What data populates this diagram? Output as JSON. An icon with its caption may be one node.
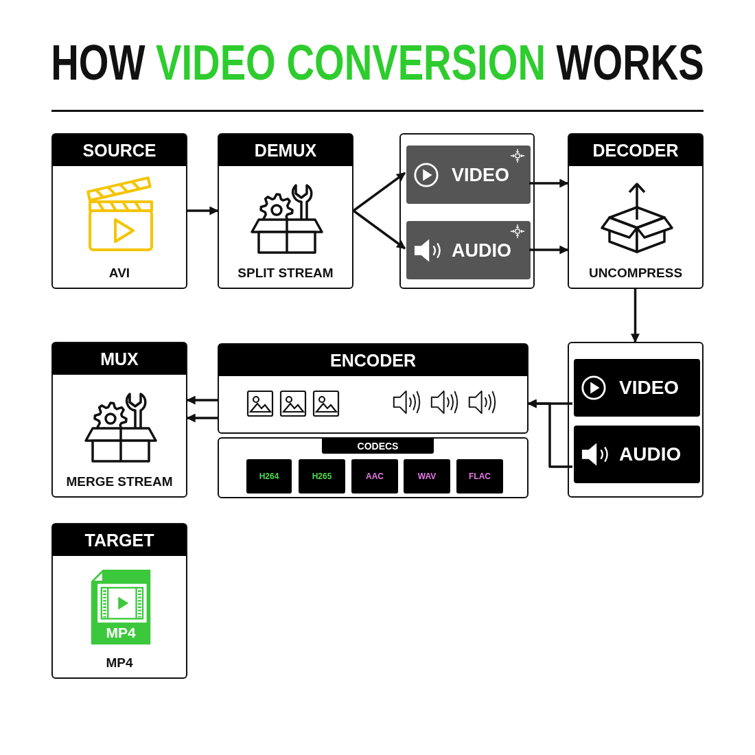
{
  "diagram": {
    "title": "HOW *VIDEO CONVERSION* WORKS",
    "nodes": [
      {
        "text": [
          "SOURCE",
          "AVI"
        ]
      },
      {
        "text": [
          "DEMUX",
          "SPLIT STREAM"
        ]
      },
      {
        "text": [],
        "shape": "box"
      },
      {
        "text": [
          "VIDEO"
        ],
        "in": 2
      },
      {
        "text": [
          "AUDIO"
        ],
        "in": 2
      },
      {
        "text": [
          "DECODER",
          "UNCOMPRESS"
        ]
      },
      {
        "text": [],
        "shape": "box"
      },
      {
        "text": [
          "VIDEO"
        ],
        "in": 6
      },
      {
        "text": [
          "AUDIO"
        ],
        "in": 6
      },
      {
        "text": [
          "ENCODER"
        ]
      },
      {
        "text": [
          "CODECS"
        ]
      },
      {
        "text": [
          "H264"
        ],
        "in": 10
      },
      {
        "text": [
          "H265"
        ],
        "in": 10
      },
      {
        "text": [
          "AAC"
        ],
        "in": 10
      },
      {
        "text": [
          "WAV"
        ],
        "in": 10
      },
      {
        "text": [
          "FLAC"
        ],
        "in": 10
      },
      {
        "text": [
          "MUX",
          "MERGE STREAM"
        ]
      },
      {
        "text": [
          "TARGET",
          "MP4",
          "MP4"
        ]
      }
    ],
    "edges": [
      {
        "from": 0,
        "to": 1,
        "arrow": "to"
      },
      {
        "from": 1,
        "to": 3,
        "arrow": "to"
      },
      {
        "from": 1,
        "to": 4,
        "arrow": "to"
      },
      {
        "from": 3,
        "to": 5,
        "arrow": "to"
      },
      {
        "from": 4,
        "to": 5,
        "arrow": "to"
      },
      {
        "from": 5,
        "to": 6,
        "arrow": "to"
      },
      {
        "from": 7,
        "to": 9,
        "arrow": "to"
      },
      {
        "from": 8,
        "to": 9,
        "arrow": "to"
      },
      {
        "from": 9,
        "to": 16,
        "arrow": "to"
      },
      {
        "from": 9,
        "to": 16,
        "arrow": "to"
      }
    ]
  }
}
